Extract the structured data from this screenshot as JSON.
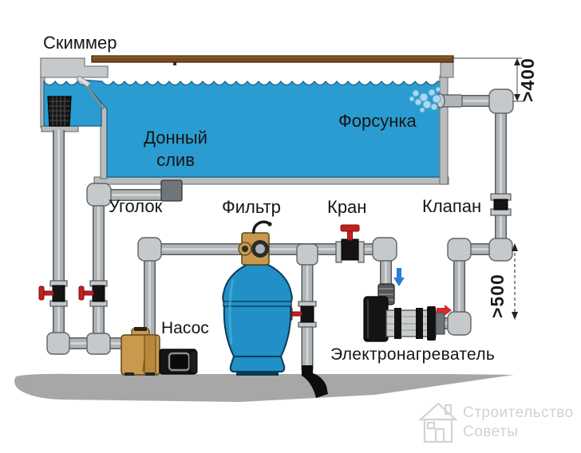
{
  "labels": {
    "skimmer": "Скиммер",
    "bottom_drain_line1": "Донный",
    "bottom_drain_line2": "слив",
    "nozzle": "Форсунка",
    "elbow": "Уголок",
    "filter": "Фильтр",
    "tap": "Кран",
    "valve": "Клапан",
    "pump": "Насос",
    "heater": "Электронагреватель"
  },
  "dimensions": {
    "skimmer_depth": ">400",
    "pipe_height": ">500"
  },
  "watermark": {
    "line1": "Строительство",
    "line2": "Советы",
    "icon": "house-icon"
  },
  "colors": {
    "water": "#2a9cd1",
    "filter_tank": "#2090c6",
    "pump_body": "#c99a4e",
    "valve_body": "#c89850",
    "deck": "#7b4a1c",
    "valve_handle_red": "#c41f1f",
    "pipe": "#b0b4b6",
    "ground": "#a7a7a7",
    "flow_in_arrow": "#2a7fd4",
    "flow_out_arrow": "#d42a2a",
    "watermark": "#d2d2d2"
  }
}
